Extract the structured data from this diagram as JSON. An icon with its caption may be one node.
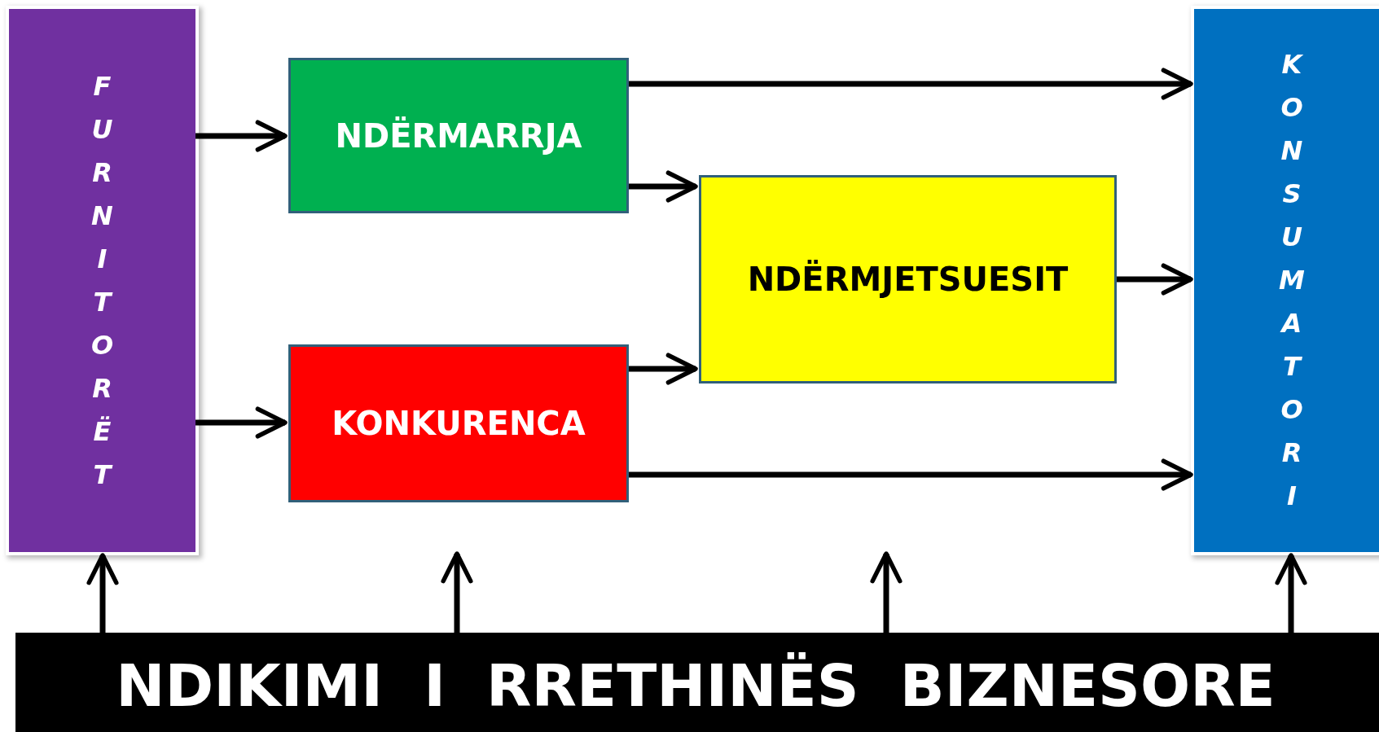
{
  "diagram": {
    "nodes": [
      {
        "text": [
          "FURNITORËT"
        ]
      },
      {
        "text": [
          "NDËRMARRJA"
        ]
      },
      {
        "text": [
          "NDËRMJETSUESIT"
        ]
      },
      {
        "text": [
          "KONKURENCA"
        ]
      },
      {
        "text": [
          "KONSUMATORI"
        ]
      },
      {
        "text": [
          "NDIKIMI  I  RRETHINËS  BIZNESORE"
        ]
      }
    ],
    "edges": [
      {
        "from": 0,
        "to": 1,
        "arrow": "to"
      },
      {
        "from": 0,
        "to": 3,
        "arrow": "to"
      },
      {
        "from": 1,
        "to": 4,
        "arrow": "to"
      },
      {
        "from": 1,
        "to": 2,
        "arrow": "to"
      },
      {
        "from": 3,
        "to": 2,
        "arrow": "to"
      },
      {
        "from": 3,
        "to": 4,
        "arrow": "to"
      },
      {
        "from": 2,
        "to": 4,
        "arrow": "to"
      },
      {
        "from": 5,
        "to": 0,
        "arrow": "to"
      },
      {
        "from": 5,
        "to": null,
        "arrow": "to"
      },
      {
        "from": 5,
        "to": null,
        "arrow": "to"
      },
      {
        "from": 5,
        "to": 4,
        "arrow": "to"
      }
    ]
  }
}
